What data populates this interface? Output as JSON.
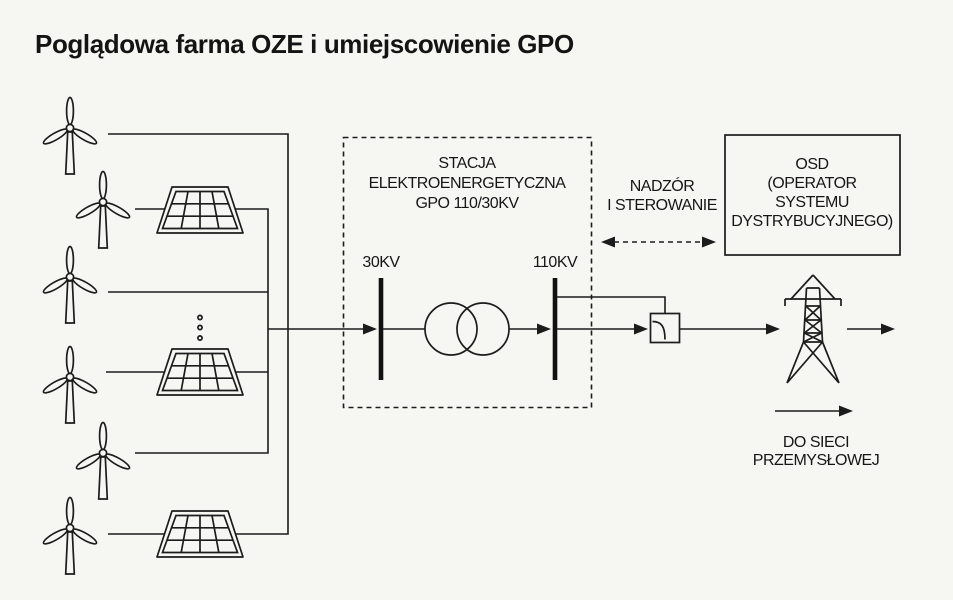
{
  "title": "Poglądowa farma OZE i umiejscowienie GPO",
  "station": {
    "line1": "STACJA",
    "line2": "ELEKTROENERGETYCZNA",
    "line3": "GPO 110/30KV",
    "bus_low_label": "30KV",
    "bus_high_label": "110KV"
  },
  "supervision": {
    "line1": "NADZÓR",
    "line2": "I STEROWANIE"
  },
  "osd": {
    "line1": "OSD",
    "line2": "(OPERATOR",
    "line3": "SYSTEMU",
    "line4": "DYSTRYBUCYJNEGO)"
  },
  "output": {
    "line1": "DO SIECI",
    "line2": "PRZEMYSŁOWEJ"
  },
  "icons": {
    "wind_turbine": "wind-turbine-icon",
    "wind_turbine_count": 6,
    "solar_panel": "solar-panel-icon",
    "solar_panel_count": 3,
    "transformer": "transformer-icon",
    "breaker": "breaker-icon",
    "transmission_tower": "transmission-tower-icon"
  },
  "colors": {
    "background": "#f6f6f3",
    "line": "#1c1c1c",
    "text": "#161616"
  }
}
